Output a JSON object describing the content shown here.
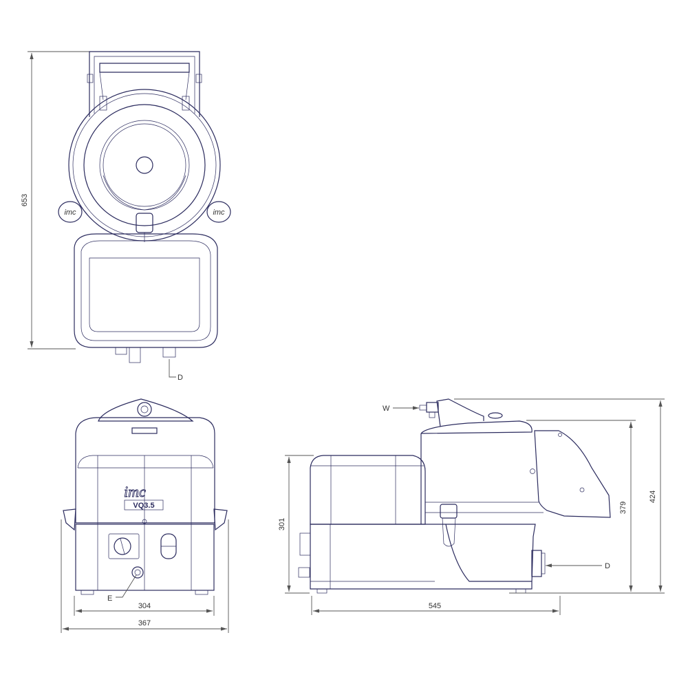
{
  "drawing": {
    "top_view": {
      "dim_height": "653",
      "callout_drain": "D"
    },
    "front_view": {
      "brand_logo": "imc",
      "model_label": "VQ3.5",
      "dim_base_width": "304",
      "dim_overall_width": "367",
      "callout_electrical": "E"
    },
    "side_view": {
      "dim_body_height": "301",
      "dim_length": "545",
      "dim_lid_height": "379",
      "dim_overall_height": "424",
      "callout_water": "W",
      "callout_drain": "D"
    },
    "colors": {
      "line": "#2b2b5e",
      "dimension": "#555555"
    }
  }
}
